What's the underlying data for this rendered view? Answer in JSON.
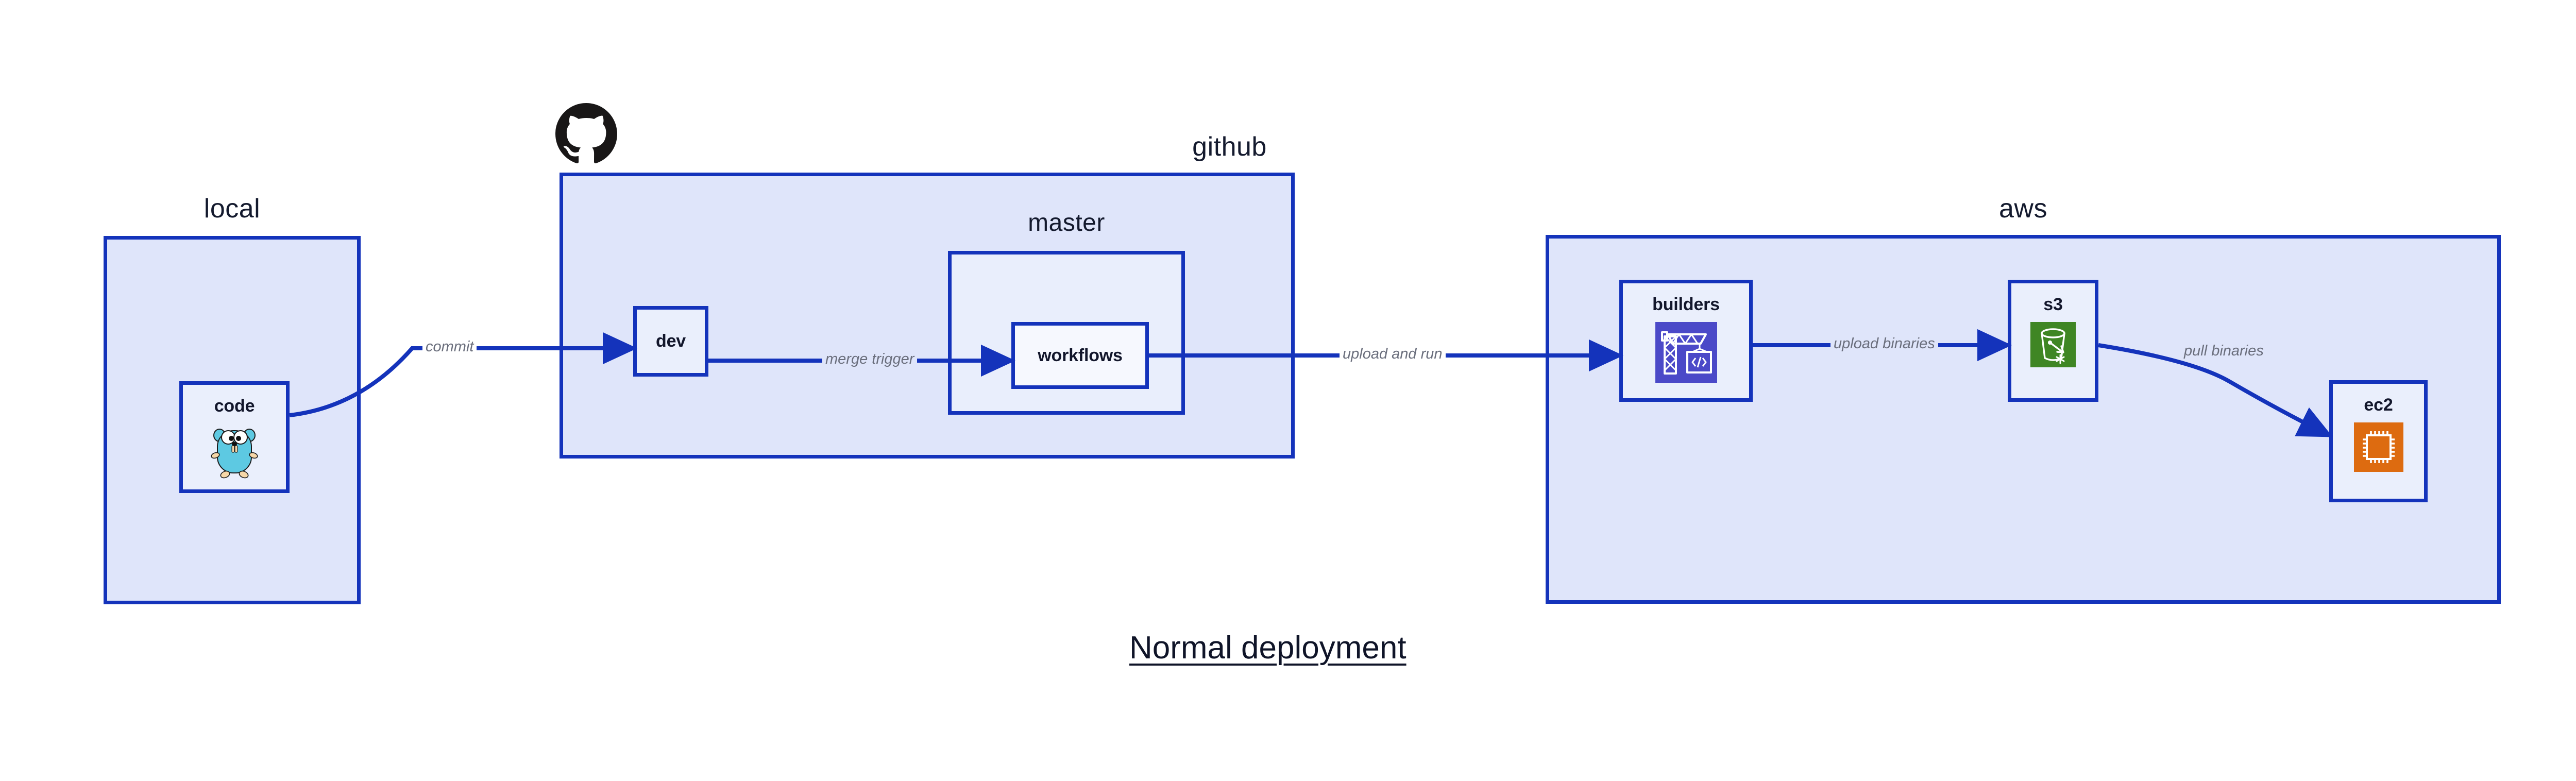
{
  "diagram": {
    "title": "Normal deployment",
    "background": "#ffffff",
    "accent_border": "#1433bb",
    "zone_fill": "#dfe5fa",
    "node_fill": "#eaeffc",
    "edge_label_color": "#6a6e7c",
    "text_color": "#12162b"
  },
  "zones": {
    "local": {
      "label": "local"
    },
    "github": {
      "label": "github"
    },
    "master": {
      "label": "master"
    },
    "aws": {
      "label": "aws"
    }
  },
  "nodes": {
    "code": {
      "label": "code",
      "icon": "go-gopher-icon"
    },
    "dev": {
      "label": "dev",
      "icon": "none"
    },
    "workflows": {
      "label": "workflows",
      "icon": "none"
    },
    "builders": {
      "label": "builders",
      "icon": "aws-codebuild-icon",
      "icon_color": "#4b49c8"
    },
    "s3": {
      "label": "s3",
      "icon": "aws-s3-bucket-icon",
      "icon_color": "#3f8624"
    },
    "ec2": {
      "label": "ec2",
      "icon": "aws-ec2-chip-icon",
      "icon_color": "#dd6b10"
    }
  },
  "edges": [
    {
      "id": "commit",
      "label": "commit",
      "from": "code",
      "to": "dev"
    },
    {
      "id": "merge-trigger",
      "label": "merge trigger",
      "from": "dev",
      "to": "workflows"
    },
    {
      "id": "upload-and-run",
      "label": "upload and run",
      "from": "workflows",
      "to": "builders"
    },
    {
      "id": "upload-binaries",
      "label": "upload binaries",
      "from": "builders",
      "to": "s3"
    },
    {
      "id": "pull-binaries",
      "label": "pull binaries",
      "from": "s3",
      "to": "ec2"
    }
  ],
  "logos": {
    "github": {
      "name": "github-octocat-logo",
      "color": "#191717"
    }
  }
}
